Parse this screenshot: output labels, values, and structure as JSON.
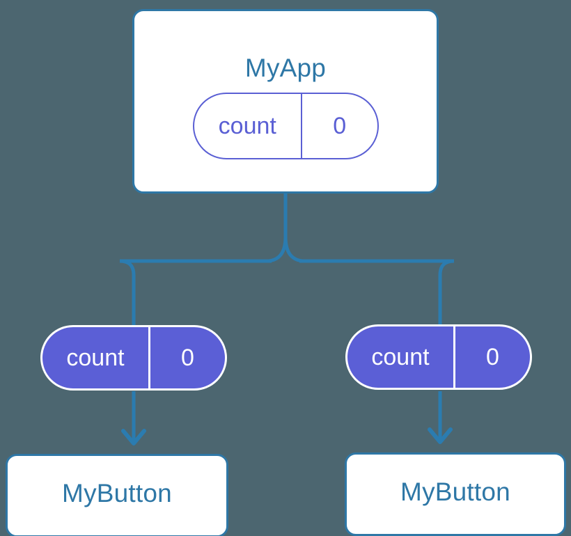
{
  "diagram": {
    "title": "MyApp component tree with shared count state",
    "background_color": "#4c6670",
    "colors": {
      "card_border": "#2e77a6",
      "card_text": "#2e77a6",
      "card_fill": "#ffffff",
      "connector": "#2b7cb0",
      "pill_outline": "#5a5fd4",
      "pill_fill": "#5b5fd6",
      "pill_filled_text": "#ffffff"
    }
  },
  "root": {
    "label": "MyApp",
    "state": {
      "key": "count",
      "value": "0"
    }
  },
  "children": [
    {
      "state": {
        "key": "count",
        "value": "0"
      },
      "label": "MyButton"
    },
    {
      "state": {
        "key": "count",
        "value": "0"
      },
      "label": "MyButton"
    }
  ]
}
